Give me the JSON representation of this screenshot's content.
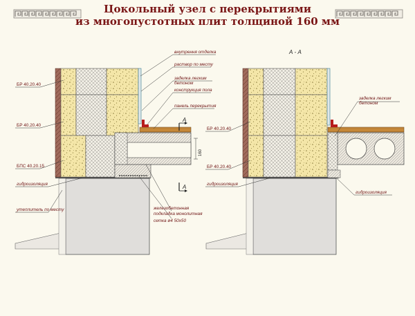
{
  "title": {
    "line1": "Цокольный узел с перекрытиями",
    "line2": "из многопустотных плит толщиной 160 мм"
  },
  "colors": {
    "title": "#7a1616",
    "labels": "#6e1414",
    "background": "#fbf9ee",
    "block_fill": "#f4e6a8",
    "brick": "#a06b5c",
    "foundation": "#e0dedb"
  },
  "left_view": {
    "section_marks": [
      "A",
      "A"
    ],
    "labels": {
      "interior_finish": "внутрення отделка",
      "mortar": "раствор по месту",
      "sealing": "заделка легким бетоном",
      "floor_structure": "конструкция пола",
      "floor_panel": "панель перекрытия",
      "br_top": "БР 40.20.40",
      "br_mid": "БР 40.20.40",
      "bps": "БПС 40.20.15",
      "waterproofing": "гидроизоляция",
      "insulation": "утеплитель по месту",
      "rc_pad_line1": "железобетонная",
      "rc_pad_line2": "подкладка монолитная",
      "mesh": "сетка ø4  50х50",
      "dimension": "160"
    }
  },
  "right_view": {
    "section_title": "А - А",
    "labels": {
      "sealing": "заделка легким бетоном",
      "br_top": "БР 40.20.40",
      "br_bottom": "БР 40.20.40",
      "waterproofing_left": "гидроизоляция",
      "waterproofing_right": "гидроизоляция"
    }
  }
}
